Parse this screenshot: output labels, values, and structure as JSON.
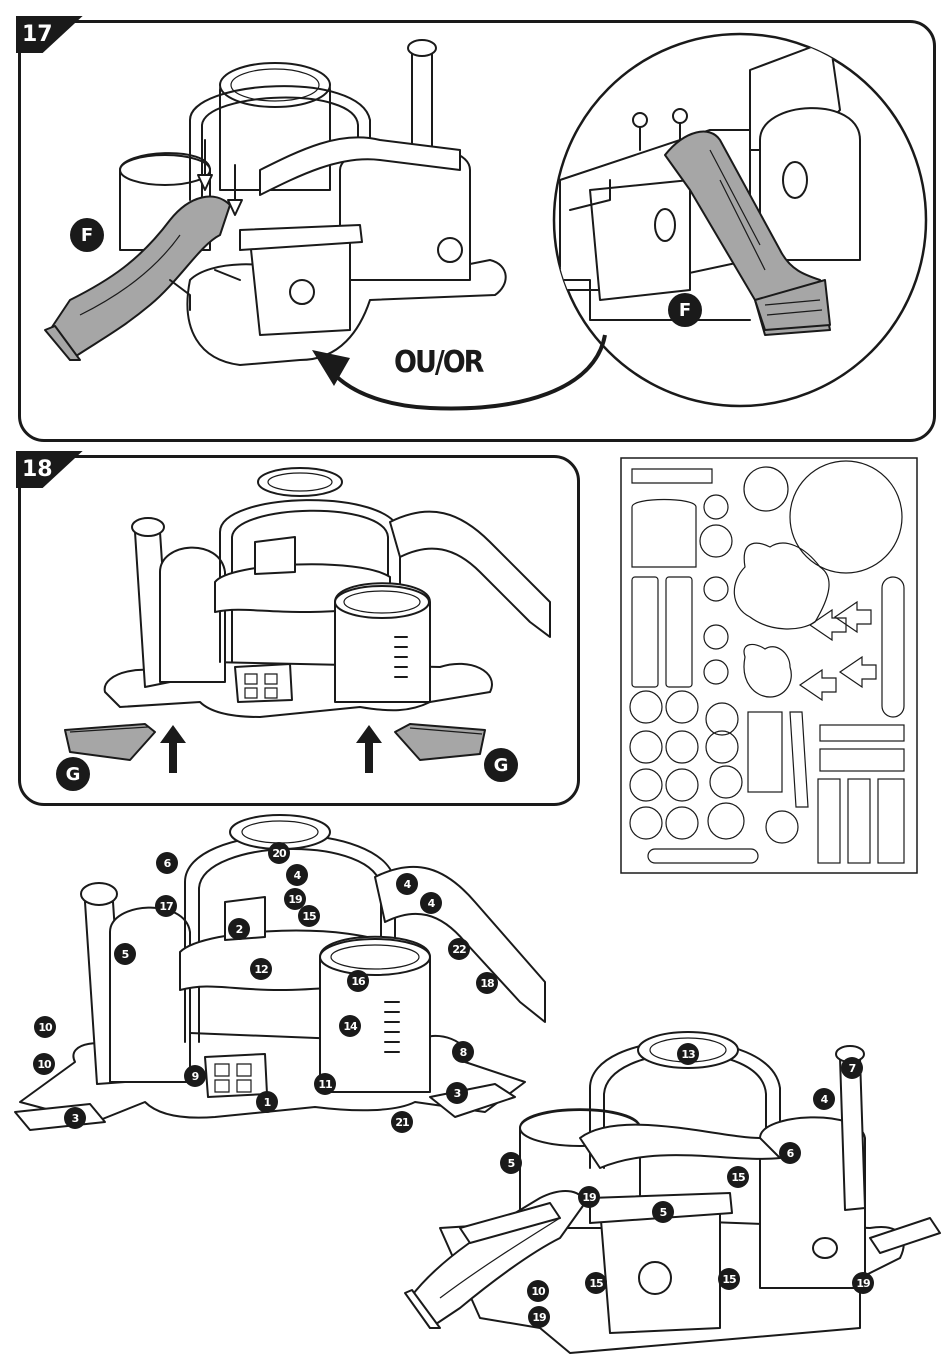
{
  "steps": {
    "s17": {
      "number": "17",
      "part_label": "F",
      "option_text": "OU/OR"
    },
    "s18": {
      "number": "18",
      "part_label": "G"
    }
  },
  "icons": {
    "sticker_sheet": "sticker-sheet-icon",
    "arrow": "up-arrow-icon"
  },
  "overview_labels": {
    "left": [
      "20",
      "6",
      "4",
      "17",
      "19",
      "4",
      "4",
      "15",
      "2",
      "5",
      "12",
      "16",
      "22",
      "18",
      "14",
      "10",
      "8",
      "10",
      "9",
      "11",
      "1",
      "3",
      "3",
      "21"
    ],
    "right": [
      "13",
      "7",
      "4",
      "6",
      "5",
      "15",
      "19",
      "5",
      "10",
      "15",
      "15",
      "19",
      "19"
    ]
  },
  "colors": {
    "ink": "#1a1a1a",
    "part_fill": "#a6a6a6"
  }
}
